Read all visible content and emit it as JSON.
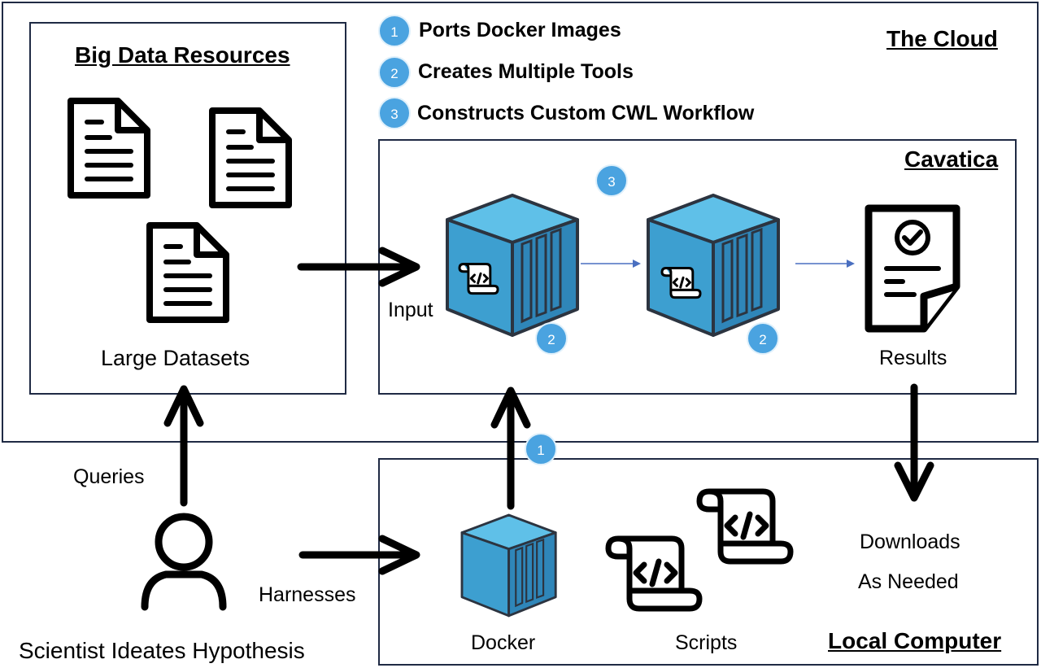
{
  "cloud": {
    "title": "The Cloud"
  },
  "legend": [
    {
      "num": "1",
      "text": "Ports Docker Images"
    },
    {
      "num": "2",
      "text": "Creates Multiple Tools"
    },
    {
      "num": "3",
      "text": "Constructs Custom CWL Workflow"
    }
  ],
  "big_data": {
    "title": "Big Data Resources",
    "caption": "Large Datasets"
  },
  "cavatica": {
    "title": "Cavatica",
    "input_label": "Input",
    "results_label": "Results",
    "workflow_badge": "3",
    "tool_badge": "2"
  },
  "local": {
    "title": "Local Computer",
    "docker_label": "Docker",
    "scripts_label": "Scripts",
    "downloads_line1": "Downloads",
    "downloads_line2": "As Needed",
    "port_badge": "1"
  },
  "scientist": {
    "caption": "Scientist Ideates Hypothesis",
    "queries_label": "Queries",
    "harnesses_label": "Harnesses"
  },
  "colors": {
    "badge": "#4aa3e0",
    "container": "#3d9fd0",
    "border": "#1f2a44"
  }
}
